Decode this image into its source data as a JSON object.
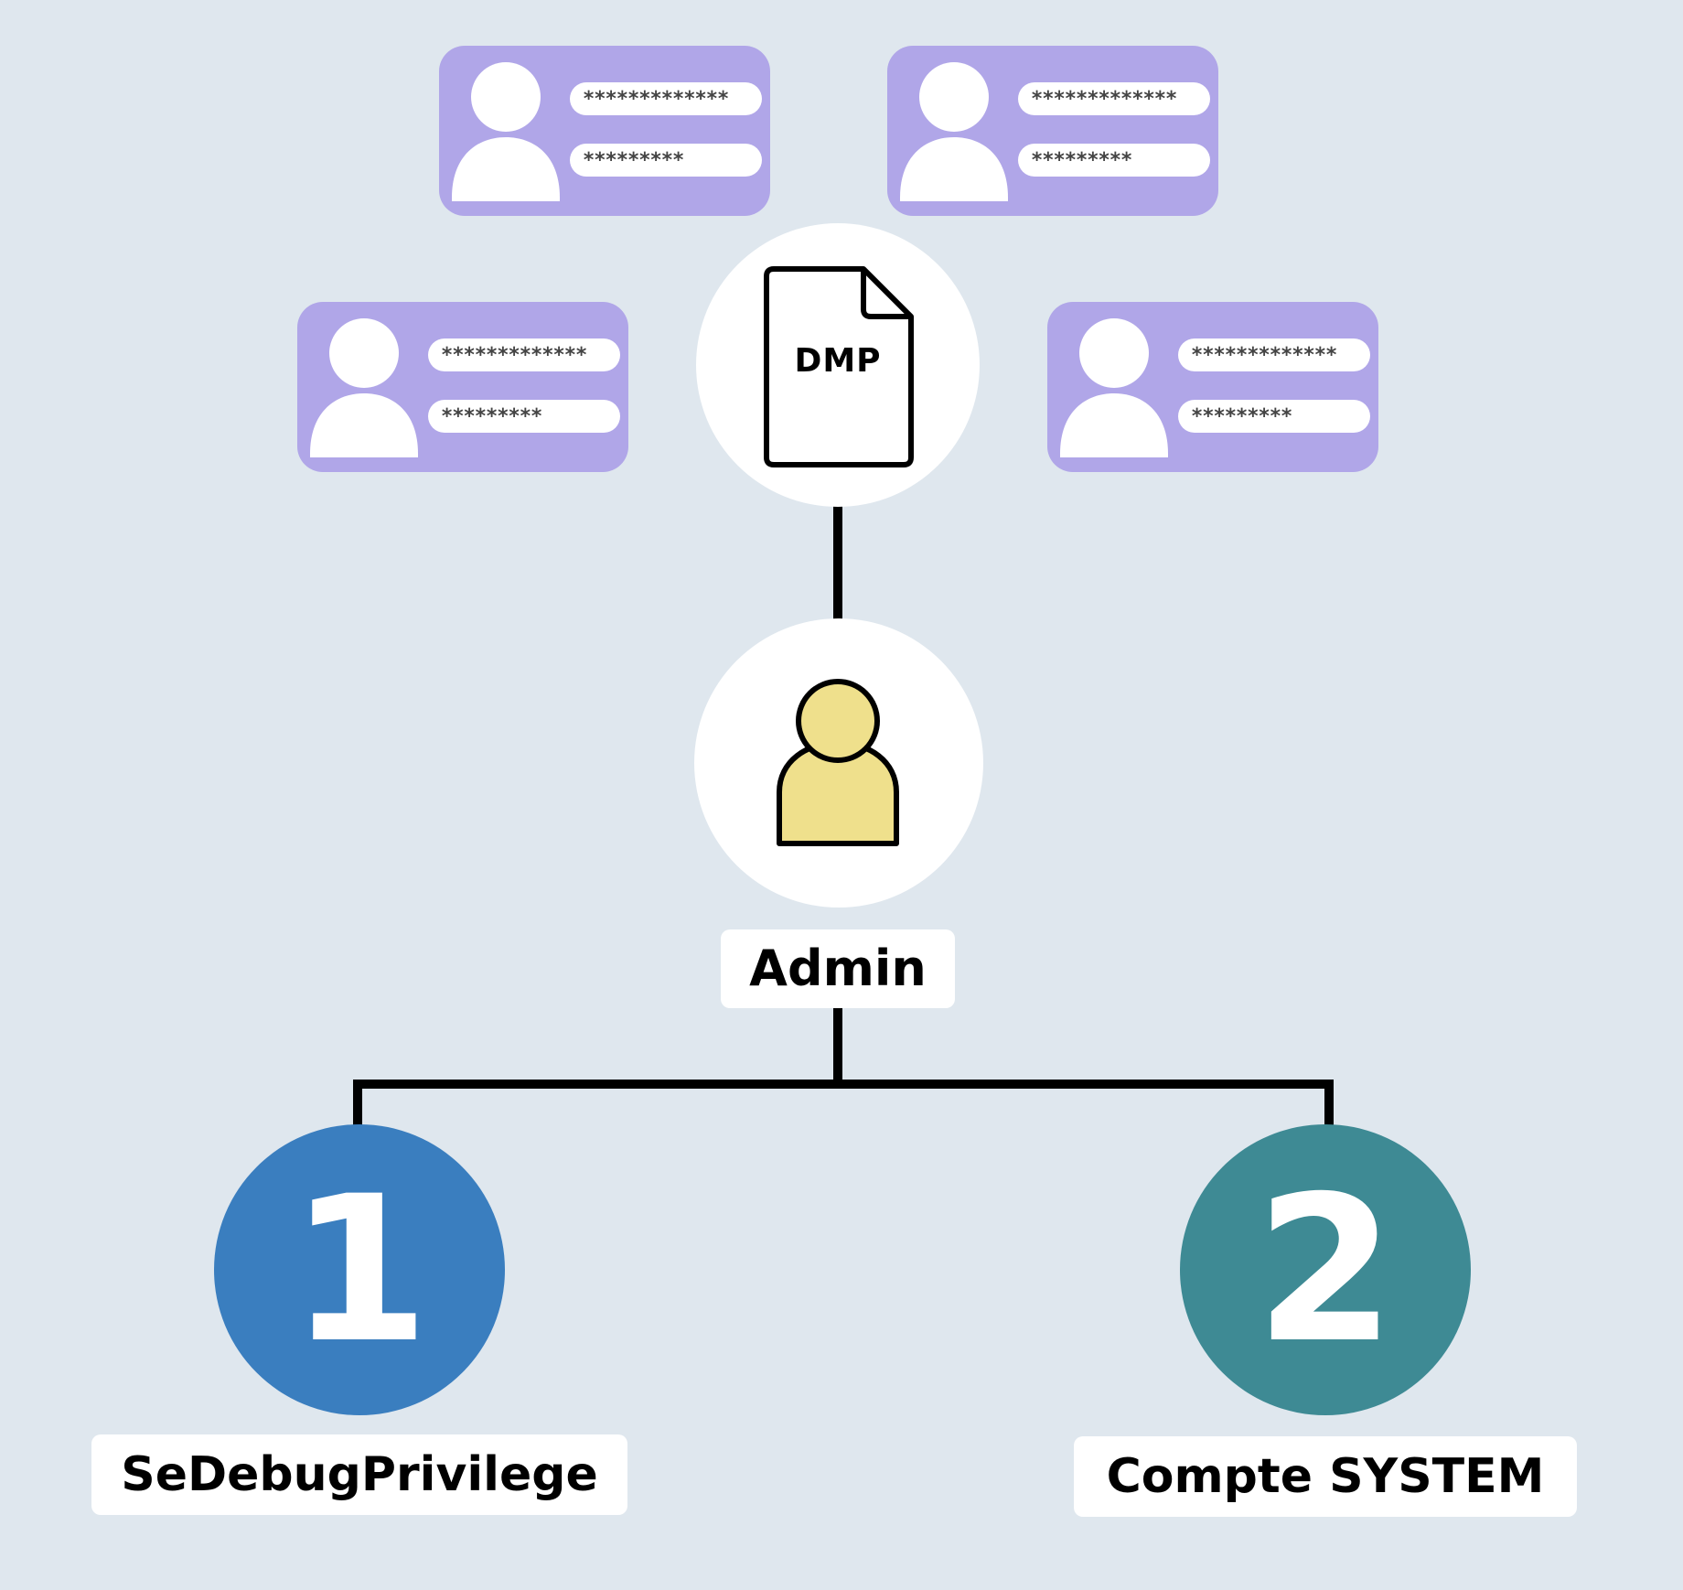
{
  "credentials": [
    {
      "username": "*************",
      "password": "*********"
    },
    {
      "username": "*************",
      "password": "*********"
    },
    {
      "username": "*************",
      "password": "*********"
    },
    {
      "username": "*************",
      "password": "*********"
    }
  ],
  "dump_file": {
    "label": "DMP"
  },
  "admin": {
    "label": "Admin"
  },
  "steps": [
    {
      "number": "1",
      "label": "SeDebugPrivilege",
      "color": "#3a7ebf"
    },
    {
      "number": "2",
      "label": "Compte SYSTEM",
      "color": "#3e8a94"
    }
  ],
  "colors": {
    "background": "#dfe7ee",
    "card": "#b0a6e8",
    "admin_person": "#efe08c"
  }
}
